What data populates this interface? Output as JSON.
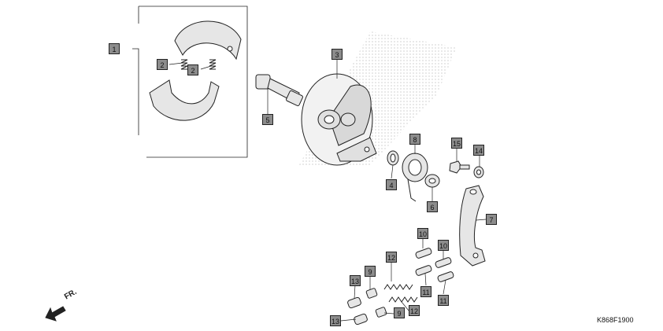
{
  "callouts": {
    "c1": "1",
    "c2a": "2",
    "c2b": "2",
    "c3": "3",
    "c4": "4",
    "c5": "5",
    "c6": "6",
    "c7": "7",
    "c8": "8",
    "c9a": "9",
    "c9b": "9",
    "c10a": "10",
    "c10b": "10",
    "c11a": "11",
    "c11b": "11",
    "c12a": "12",
    "c12b": "12",
    "c13a": "13",
    "c13b": "13",
    "c14": "14",
    "c15": "15"
  },
  "direction_label": "FR.",
  "diagram_code": "K868F1900",
  "colors": {
    "callout_fill": "#8c8c8c",
    "line": "#222222",
    "part_fill": "#dcdcdc"
  }
}
